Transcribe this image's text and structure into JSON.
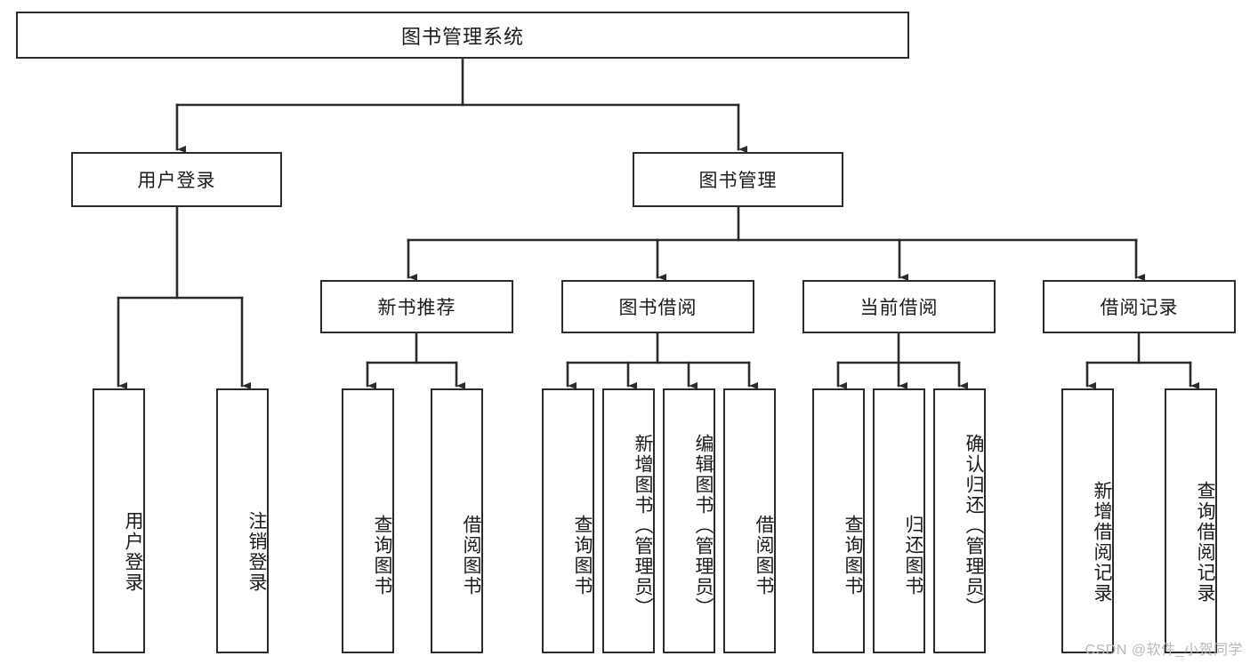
{
  "diagram": {
    "title": "图书管理系统",
    "type": "tree-hierarchy-chart",
    "root": {
      "label": "图书管理系统"
    },
    "level1": [
      {
        "label": "用户登录"
      },
      {
        "label": "图书管理"
      }
    ],
    "level2": [
      {
        "label": "新书推荐"
      },
      {
        "label": "图书借阅"
      },
      {
        "label": "当前借阅"
      },
      {
        "label": "借阅记录"
      }
    ],
    "leaves": {
      "user_login": [
        {
          "label": "用户登录"
        },
        {
          "label": "注销登录"
        }
      ],
      "new_book_recommend": [
        {
          "label": "查询图书"
        },
        {
          "label": "借阅图书"
        }
      ],
      "book_borrow": [
        {
          "label": "查询图书"
        },
        {
          "label": "新增图书（管理员）"
        },
        {
          "label": "编辑图书（管理员）"
        },
        {
          "label": "借阅图书"
        }
      ],
      "current_borrow": [
        {
          "label": "查询图书"
        },
        {
          "label": "归还图书"
        },
        {
          "label": "确认归还（管理员）"
        }
      ],
      "borrow_record": [
        {
          "label": "新增借阅记录"
        },
        {
          "label": "查询借阅记录"
        }
      ]
    }
  },
  "watermark": {
    "text": "CSDN @软件_小贺同学"
  },
  "colors": {
    "stroke": "#2b2b2b",
    "fill": "#ffffff",
    "text": "#1b1b1b",
    "watermark": "#b9b9b9"
  }
}
